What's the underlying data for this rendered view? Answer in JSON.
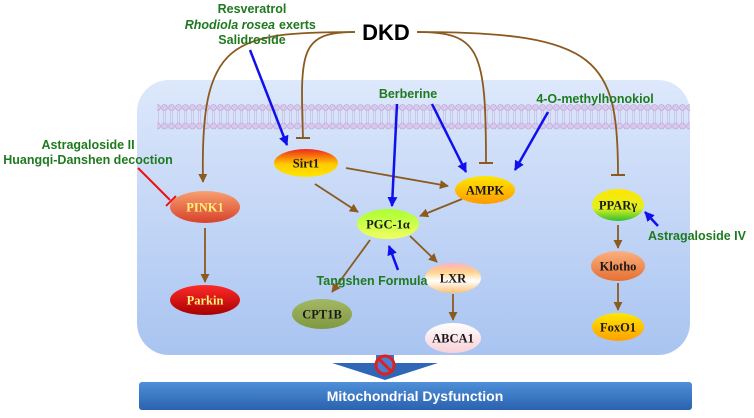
{
  "title": "DKD",
  "outcome": "Mitochondrial Dysfunction",
  "drugs": {
    "resveratrol": "Resveratrol",
    "rhodiola_italic": "Rhodiola rosea",
    "rhodiola_rest": " exerts",
    "salidroside": "Salidroside",
    "berberine": "Berberine",
    "methylhonokiol": "4-O-methylhonokiol",
    "astragaloside_ii": "Astragaloside II",
    "huangqi": "Huangqi-Danshen decoction",
    "astragaloside_iv": "Astragaloside IV",
    "tangshen": "Tangshen Formula"
  },
  "nodes": {
    "sirt1": "Sirt1",
    "ampk": "AMPK",
    "pgc1a": "PGC-1α",
    "pink1": "PINK1",
    "parkin": "Parkin",
    "cpt1b": "CPT1B",
    "lxr": "LXR",
    "abca1": "ABCA1",
    "ppar": "PPARγ",
    "klotho": "Klotho",
    "foxo1": "FoxO1"
  },
  "colors": {
    "activation": "#1010ee",
    "inhibition_drug": "#ee1111",
    "pathway": "#8b5a1e",
    "drug_text": "#1f7a1f"
  }
}
